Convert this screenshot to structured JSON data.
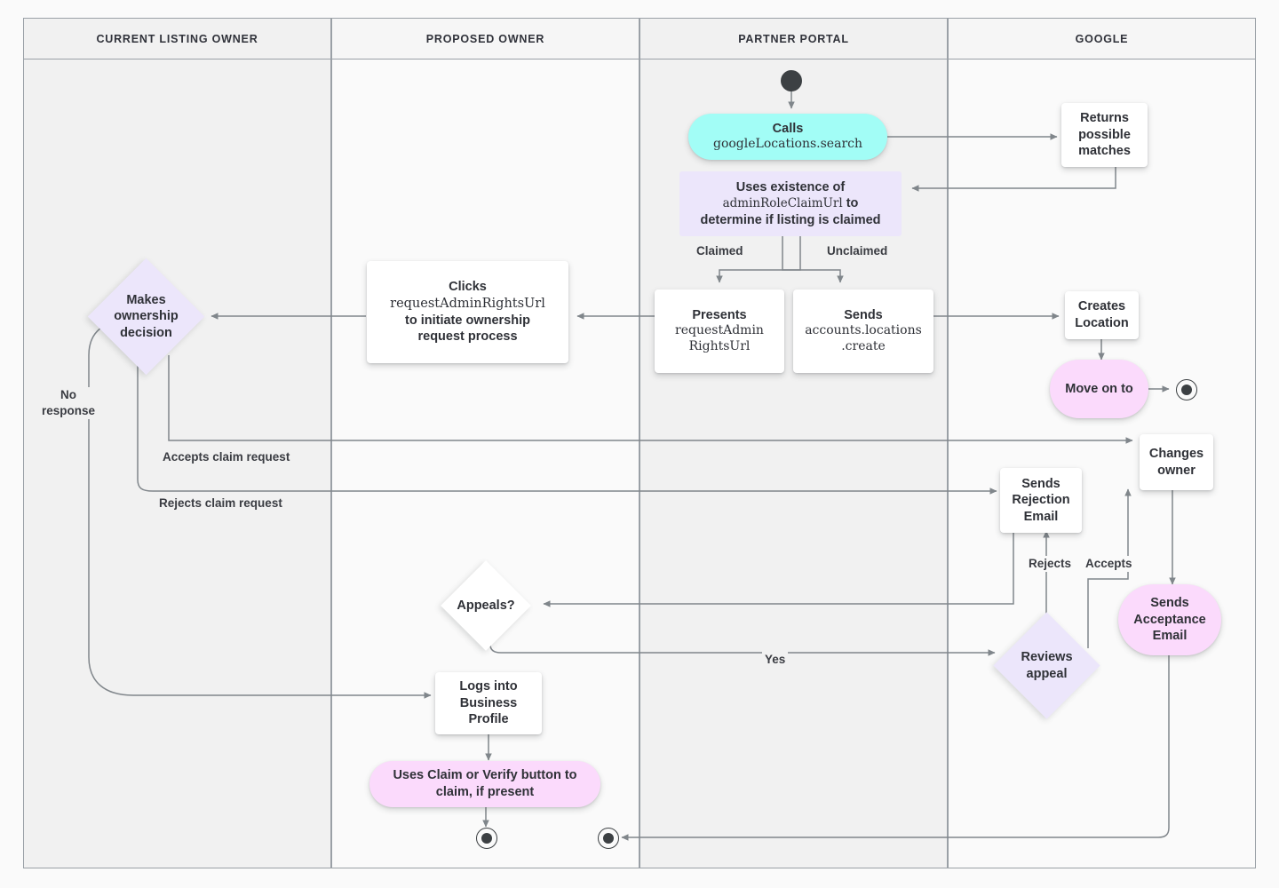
{
  "diagram": {
    "title": "Business Profile listing ownership transfer flow",
    "background_color": "#fafafa",
    "lane_border_color": "#9aa0a6",
    "connector_color": "#80868b",
    "accent_colors": {
      "cyan": "#a2fdf6",
      "lavender": "#ece6fb",
      "pink": "#fbdafc",
      "white": "#ffffff",
      "terminator": "#3c4043"
    }
  },
  "lanes": [
    {
      "id": "current-listing-owner",
      "label": "CURRENT LISTING OWNER",
      "shade": "shade"
    },
    {
      "id": "proposed-owner",
      "label": "PROPOSED OWNER",
      "shade": "plain"
    },
    {
      "id": "partner-portal",
      "label": "PARTNER PORTAL",
      "shade": "shade"
    },
    {
      "id": "google",
      "label": "GOOGLE",
      "shade": "plain"
    }
  ],
  "nodes": {
    "start": {
      "kind": "start-terminator",
      "lane": "partner-portal"
    },
    "calls_search": {
      "lane": "partner-portal",
      "shape": "pill",
      "fill": "cyan",
      "line1": "Calls",
      "line2": "googleLocations.search"
    },
    "returns_matches": {
      "lane": "google",
      "shape": "rect",
      "fill": "white",
      "text": "Returns\npossible\nmatches"
    },
    "uses_existence": {
      "lane": "partner-portal",
      "shape": "rect",
      "fill": "lavender",
      "line1": "Uses existence of",
      "code": "adminRoleClaimUrl",
      "line2": " to",
      "line3": "determine if listing is claimed"
    },
    "presents_url": {
      "lane": "partner-portal",
      "shape": "rect",
      "fill": "white",
      "line1": "Presents",
      "line2": "requestAdmin",
      "line3": "RightsUrl"
    },
    "sends_create": {
      "lane": "partner-portal",
      "shape": "rect",
      "fill": "white",
      "line1": "Sends",
      "line2": "accounts.locations",
      "line3": ".create"
    },
    "creates_location": {
      "lane": "google",
      "shape": "rect",
      "fill": "white",
      "text": "Creates\nLocation"
    },
    "move_on_to": {
      "lane": "google",
      "shape": "pill",
      "fill": "pink",
      "text": "Move on to"
    },
    "clicks_url": {
      "lane": "proposed-owner",
      "shape": "rect",
      "fill": "white",
      "line1": "Clicks",
      "line2": "requestAdminRightsUrl",
      "line3": "to initiate ownership",
      "line4": "request process"
    },
    "makes_decision": {
      "lane": "current-listing-owner",
      "shape": "diamond",
      "fill": "lavender",
      "text": "Makes\nownership\ndecision"
    },
    "changes_owner": {
      "lane": "google",
      "shape": "rect",
      "fill": "white",
      "text": "Changes\nowner"
    },
    "sends_rejection": {
      "lane": "google",
      "shape": "rect",
      "fill": "white",
      "text": "Sends\nRejection\nEmail"
    },
    "sends_acceptance": {
      "lane": "google",
      "shape": "pill",
      "fill": "pink",
      "text": "Sends\nAcceptance\nEmail"
    },
    "reviews_appeal": {
      "lane": "google",
      "shape": "diamond",
      "fill": "lavender",
      "text": "Reviews\nappeal"
    },
    "appeals_q": {
      "lane": "proposed-owner",
      "shape": "diamond",
      "fill": "white",
      "text": "Appeals?"
    },
    "logs_into": {
      "lane": "proposed-owner",
      "shape": "rect",
      "fill": "white",
      "text": "Logs into\nBusiness\nProfile"
    },
    "uses_claim_button": {
      "lane": "proposed-owner",
      "shape": "pill",
      "fill": "pink",
      "line1": "Uses Claim or Verify button to",
      "line2": "claim, if present"
    },
    "end_google": {
      "kind": "end-terminator",
      "lane": "google"
    },
    "end_proposed": {
      "kind": "end-terminator",
      "lane": "proposed-owner"
    },
    "end_partner": {
      "kind": "end-terminator",
      "lane": "partner-portal"
    }
  },
  "edge_labels": {
    "claimed": "Claimed",
    "unclaimed": "Unclaimed",
    "no_response": "No\nresponse",
    "accepts_claim": "Accepts claim request",
    "rejects_claim": "Rejects claim request",
    "rejects": "Rejects",
    "accepts": "Accepts",
    "yes": "Yes"
  }
}
